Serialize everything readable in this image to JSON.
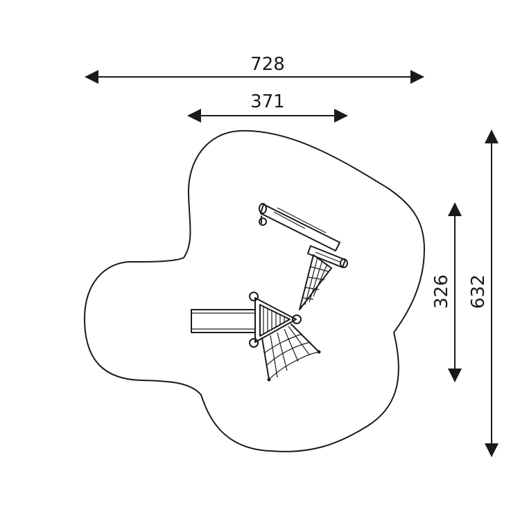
{
  "dimensions": {
    "overall_width": "728",
    "structure_width": "371",
    "structure_height": "326",
    "overall_height": "632"
  }
}
